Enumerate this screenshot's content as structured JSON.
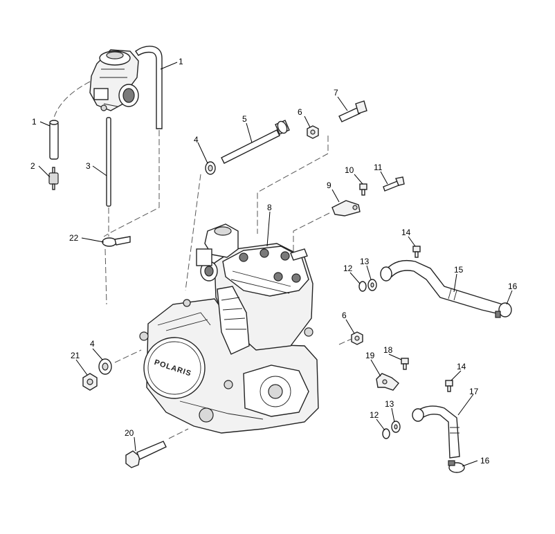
{
  "diagram": {
    "brand_mark": "POLARIS",
    "callouts": [
      {
        "id": "c1a",
        "label": "1"
      },
      {
        "id": "c1b",
        "label": "1"
      },
      {
        "id": "c2",
        "label": "2"
      },
      {
        "id": "c3",
        "label": "3"
      },
      {
        "id": "c4a",
        "label": "4"
      },
      {
        "id": "c4b",
        "label": "4"
      },
      {
        "id": "c5",
        "label": "5"
      },
      {
        "id": "c6a",
        "label": "6"
      },
      {
        "id": "c6b",
        "label": "6"
      },
      {
        "id": "c7",
        "label": "7"
      },
      {
        "id": "c8",
        "label": "8"
      },
      {
        "id": "c9",
        "label": "9"
      },
      {
        "id": "c10",
        "label": "10"
      },
      {
        "id": "c11",
        "label": "11"
      },
      {
        "id": "c12a",
        "label": "12"
      },
      {
        "id": "c12b",
        "label": "12"
      },
      {
        "id": "c13a",
        "label": "13"
      },
      {
        "id": "c13b",
        "label": "13"
      },
      {
        "id": "c14a",
        "label": "14"
      },
      {
        "id": "c14b",
        "label": "14"
      },
      {
        "id": "c15",
        "label": "15"
      },
      {
        "id": "c16a",
        "label": "16"
      },
      {
        "id": "c16b",
        "label": "16"
      },
      {
        "id": "c17",
        "label": "17"
      },
      {
        "id": "c18",
        "label": "18"
      },
      {
        "id": "c19",
        "label": "19"
      },
      {
        "id": "c20",
        "label": "20"
      },
      {
        "id": "c21",
        "label": "21"
      },
      {
        "id": "c22",
        "label": "22"
      }
    ]
  }
}
